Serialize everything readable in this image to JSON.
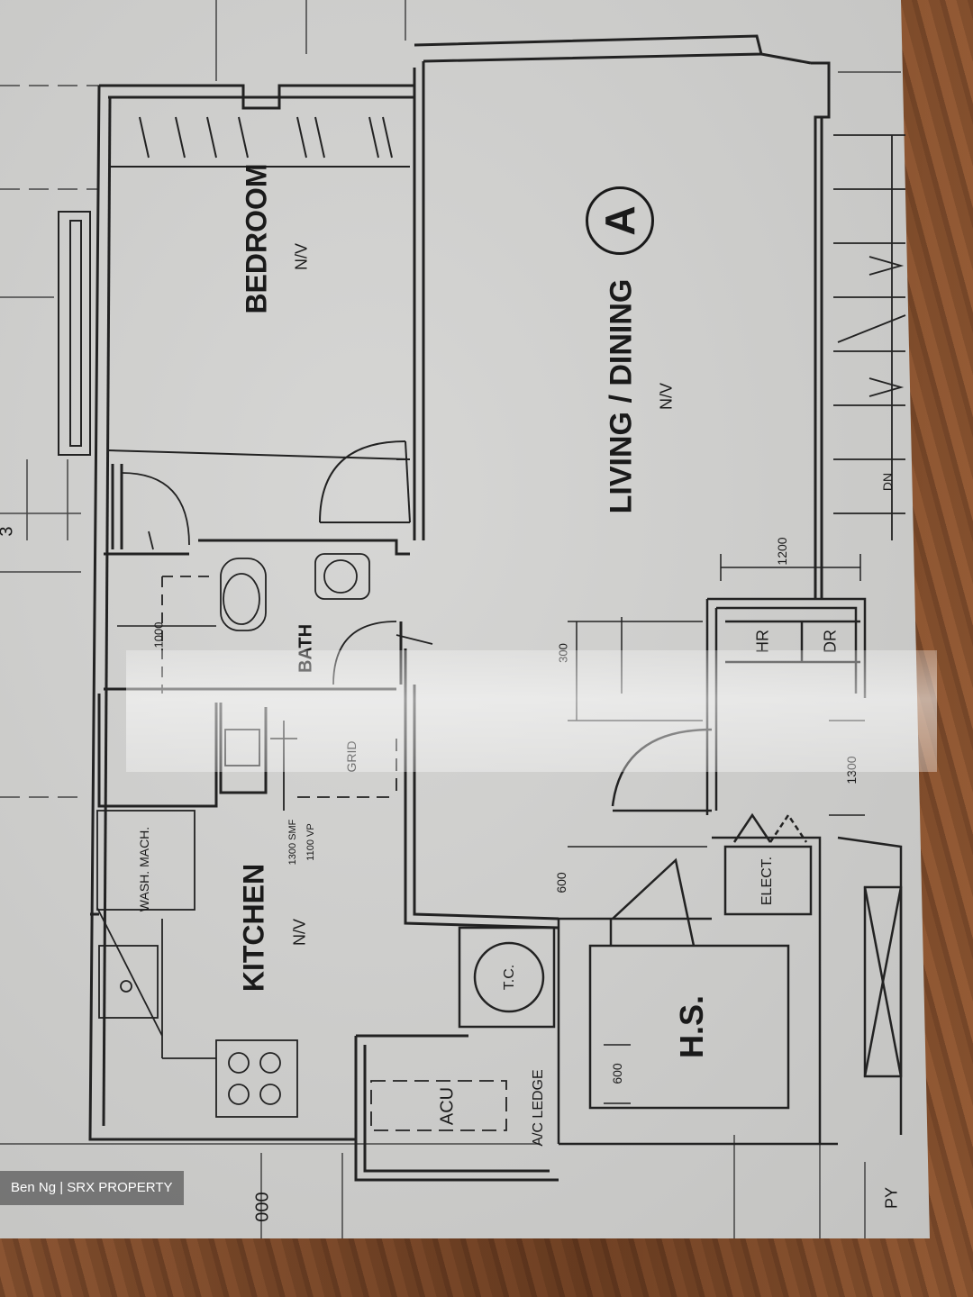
{
  "labels": {
    "bedroom": "BEDROOM",
    "bedroom_nv": "N/V",
    "living": "LIVING / DINING",
    "living_nv": "N/V",
    "unit_letter": "A",
    "kitchen": "KITCHEN",
    "kitchen_nv": "N/V",
    "bath": "BATH",
    "hs": "H.S.",
    "tc": "T.C.",
    "acu": "ACU",
    "ac_ledge": "A/C LEDGE",
    "wash_mach": "WASH. MACH.",
    "elect": "ELECT.",
    "hr": "HR",
    "dr": "DR",
    "dn": "DN",
    "dim_1200": "1200",
    "dim_1000": "1000",
    "dim_300": "300",
    "dim_1300": "1300",
    "dim_600_a": "600",
    "dim_600_b": "600",
    "kitchen_bar": "1300 SMF",
    "kitchen_bar2": "1100 VP",
    "bath_sub": "GRID",
    "edge_3": "3",
    "edge_000": "000",
    "edge_py": "PY"
  },
  "watermark": "Ben Ng | SRX PROPERTY",
  "colors": {
    "paper": "#cfcfcd",
    "ink": "#1a1a1a",
    "wood": "#7a4a2e"
  }
}
